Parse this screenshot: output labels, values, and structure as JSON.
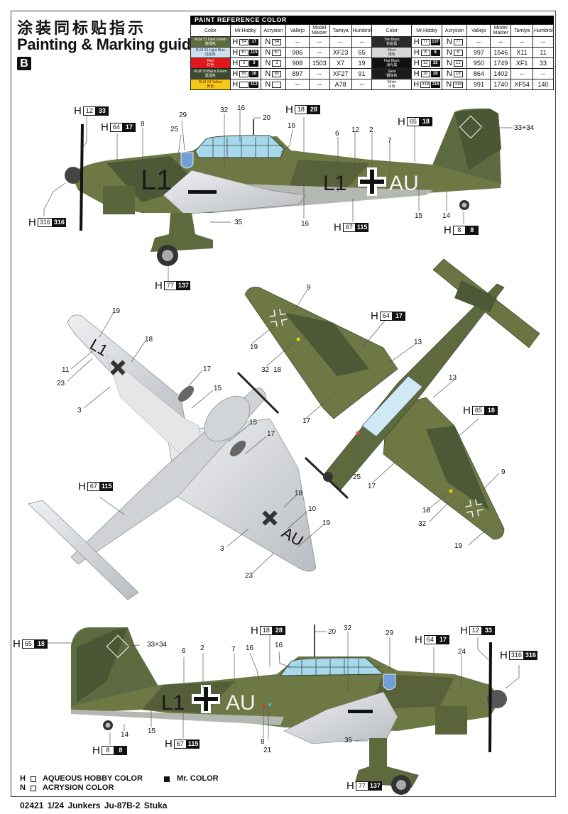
{
  "header": {
    "title_cn": "涂装同标贴指示",
    "title_en": "Painting & Marking guide",
    "scheme_badge": "B"
  },
  "paint_table": {
    "title": "PAINT  REFERENCE COLOR",
    "columns": [
      "Color",
      "Mr.Hobby",
      "Acrysion",
      "Vallejo",
      "Model Master",
      "Tamiya",
      "Humbrol"
    ],
    "left_rows": [
      {
        "name": "RLM 71 Dark Green",
        "name_cn": "暗绿色",
        "swatch": "#5d6b3e",
        "text_color": "#ffffff",
        "h_white": "64",
        "h_black": "17",
        "n": "64",
        "vallejo": "--",
        "model_master": "--",
        "tamiya": "--",
        "humbrol": "--"
      },
      {
        "name": "RLM 65 Light Blue",
        "name_cn": "浅蓝色",
        "swatch": "#cfe0ea",
        "text_color": "#1a3d6b",
        "h_white": "67",
        "h_black": "115",
        "n": "67",
        "vallejo": "906",
        "model_master": "--",
        "tamiya": "XF23",
        "humbrol": "65"
      },
      {
        "name": "Red",
        "name_cn": "红色",
        "swatch": "#e0181c",
        "text_color": "#ffffff",
        "h_white": "3",
        "h_black": "3",
        "n": "3",
        "vallejo": "908",
        "model_master": "1503",
        "tamiya": "X7",
        "humbrol": "19"
      },
      {
        "name": "RLM 70 Black Green",
        "name_cn": "黑绿色",
        "swatch": "#3f4a34",
        "text_color": "#ffffff",
        "h_white": "65",
        "h_black": "18",
        "n": "65",
        "vallejo": "897",
        "model_master": "--",
        "tamiya": "XF27",
        "humbrol": "91"
      },
      {
        "name": "RLM 04 Yellow",
        "name_cn": "黄色",
        "swatch": "#f3c816",
        "text_color": "#7a2d00",
        "h_white": "",
        "h_black": "113",
        "n": "",
        "vallejo": "--",
        "model_master": "--",
        "tamiya": "A78",
        "humbrol": "--"
      }
    ],
    "right_rows": [
      {
        "name": "Tire Black",
        "name_cn": "轮胎黑",
        "swatch": "#2a2a2a",
        "text_color": "#ffffff",
        "h_white": "77",
        "h_black": "137",
        "n": "77",
        "vallejo": "--",
        "model_master": "--",
        "tamiya": "--",
        "humbrol": "--"
      },
      {
        "name": "Silver",
        "name_cn": "银色",
        "swatch": "#d8d8d8",
        "text_color": "#333333",
        "h_white": "8",
        "h_black": "8",
        "n": "8",
        "vallejo": "997",
        "model_master": "1546",
        "tamiya": "X11",
        "humbrol": "11"
      },
      {
        "name": "Flat Black",
        "name_cn": "消光黑",
        "swatch": "#111111",
        "text_color": "#ffffff",
        "h_white": "12",
        "h_black": "33",
        "n": "12",
        "vallejo": "950",
        "model_master": "1749",
        "tamiya": "XF1",
        "humbrol": "33"
      },
      {
        "name": "Steel",
        "name_cn": "钢铁色",
        "swatch": "#1c1c1c",
        "text_color": "#ffffff",
        "h_white": "18",
        "h_black": "28",
        "n": "18",
        "vallejo": "864",
        "model_master": "1402",
        "tamiya": "--",
        "humbrol": "--"
      },
      {
        "name": "White",
        "name_cn": "白色",
        "swatch": "#ffffff",
        "text_color": "#333333",
        "h_white": "316",
        "h_black": "316",
        "n": "316",
        "vallejo": "991",
        "model_master": "1740",
        "tamiya": "XF54",
        "humbrol": "140"
      }
    ]
  },
  "views": {
    "top_side": {
      "chips": [
        {
          "h_white": "12",
          "h_black": "33"
        },
        {
          "h_white": "64",
          "h_black": "17"
        },
        {
          "h_white": "316",
          "h_black": "316"
        },
        {
          "h_white": "77",
          "h_black": "137"
        },
        {
          "h_white": "18",
          "h_black": "28"
        },
        {
          "h_white": "65",
          "h_black": "18"
        },
        {
          "h_white": "67",
          "h_black": "115"
        },
        {
          "h_white": "8",
          "h_black": "8"
        }
      ],
      "callouts": [
        "8",
        "25",
        "29",
        "32",
        "16",
        "20",
        "16",
        "6",
        "12",
        "2",
        "7",
        "33+34",
        "35",
        "16",
        "15",
        "14"
      ],
      "fuselage_code_left": "L1",
      "fuselage_code_right": "AU"
    },
    "underside": {
      "chips": [
        {
          "h_white": "67",
          "h_black": "115"
        }
      ],
      "callouts": [
        "19",
        "18",
        "11",
        "23",
        "3",
        "17",
        "15",
        "15",
        "17",
        "18",
        "10",
        "19",
        "3",
        "23"
      ],
      "wing_code_left": "L1",
      "wing_code_right": "AU"
    },
    "top_plan": {
      "chips": [
        {
          "h_white": "64",
          "h_black": "17"
        },
        {
          "h_white": "65",
          "h_black": "18"
        }
      ],
      "callouts": [
        "9",
        "19",
        "32",
        "18",
        "13",
        "13",
        "17",
        "25",
        "17",
        "9",
        "18",
        "32",
        "19"
      ]
    },
    "bottom_side": {
      "chips": [
        {
          "h_white": "65",
          "h_black": "18"
        },
        {
          "h_white": "18",
          "h_black": "28"
        },
        {
          "h_white": "64",
          "h_black": "17"
        },
        {
          "h_white": "12",
          "h_black": "33"
        },
        {
          "h_white": "316",
          "h_black": "316"
        },
        {
          "h_white": "8",
          "h_black": "8"
        },
        {
          "h_white": "67",
          "h_black": "115"
        },
        {
          "h_white": "77",
          "h_black": "137"
        }
      ],
      "callouts": [
        "33+34",
        "6",
        "2",
        "7",
        "16",
        "16",
        "20",
        "32",
        "29",
        "24",
        "14",
        "15",
        "8",
        "21",
        "35"
      ],
      "fuselage_code_left": "L1",
      "fuselage_code_right": "AU"
    }
  },
  "legend": {
    "h_label": "H",
    "h_text": "AQUEOUS HOBBY COLOR",
    "m_text": "Mr. COLOR",
    "n_label": "N",
    "n_text": "ACRYSION COLOR"
  },
  "footer": {
    "product_code": "02421",
    "scale": "1/24",
    "model_name": "Junkers Ju-87B-2 Stuka"
  },
  "colors": {
    "camo_light": "#6f7a45",
    "camo_dark": "#4c5735",
    "underside": "#d9dde0",
    "canopy": "#a8d8ec"
  }
}
